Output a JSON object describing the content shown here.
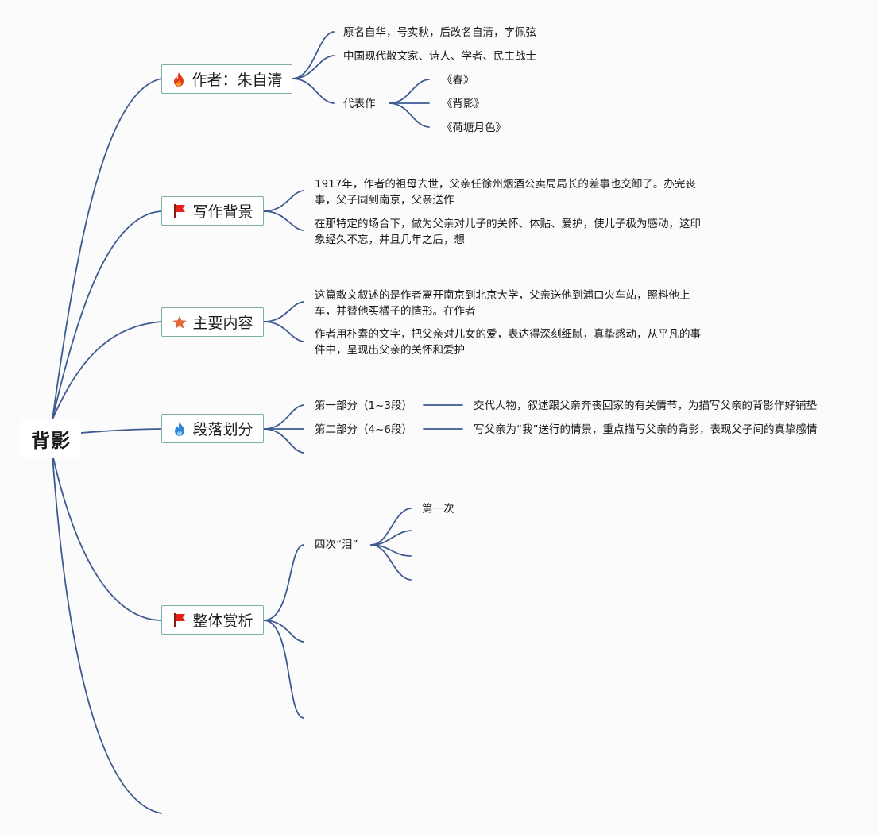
{
  "root": {
    "label": "背影"
  },
  "icons": {
    "fire": "fire-icon",
    "flag": "red-flag-icon",
    "star": "star-icon",
    "drop": "blue-fire-icon"
  },
  "colors": {
    "line": "#3f5a92",
    "topic_border": "#7eaea4",
    "fire": "#e5391c",
    "flag": "#e2231a",
    "star": "#e06a3b",
    "drop": "#2f86d6"
  },
  "branches": {
    "author": {
      "label": "作者：朱自清",
      "items": [
        "原名自华，号实秋，后改名自清，字佩弦",
        "中国现代散文家、诗人、学者、民主战士"
      ],
      "works": {
        "label": "代表作",
        "items": [
          "《春》",
          "《背影》",
          "《荷塘月色》"
        ]
      }
    },
    "background": {
      "label": "写作背景",
      "items": [
        "1917年，作者的祖母去世，父亲任徐州烟酒公卖局局长的差事也交卸了。办完丧事，父子同到南京，父亲送作",
        "在那特定的场合下，做为父亲对儿子的关怀、体贴、爱护，使儿子极为感动，这印象经久不忘，并且几年之后，想"
      ]
    },
    "content": {
      "label": "主要内容",
      "items": [
        "这篇散文叙述的是作者离开南京到北京大学，父亲送他到浦口火车站，照料他上车，并替他买橘子的情形。在作者",
        "作者用朴素的文字，把父亲对儿女的爱，表达得深刻细腻，真挚感动，从平凡的事件中，呈现出父亲的关怀和爱护"
      ]
    },
    "sections": {
      "label": "段落划分",
      "items": [
        {
          "label": "第一部分（1~3段）",
          "detail": "交代人物，叙述跟父亲奔丧回家的有关情节，为描写父亲的背影作好铺垫"
        },
        {
          "label": "第二部分（4~6段）",
          "detail": "写父亲为“我”送行的情景，重点描写父亲的背影，表现父子间的真挚感情"
        }
      ]
    },
    "analysis": {
      "label": "整体赏析",
      "tears": {
        "label": "四次“泪”",
        "items": [
          "第一次"
        ]
      }
    }
  }
}
